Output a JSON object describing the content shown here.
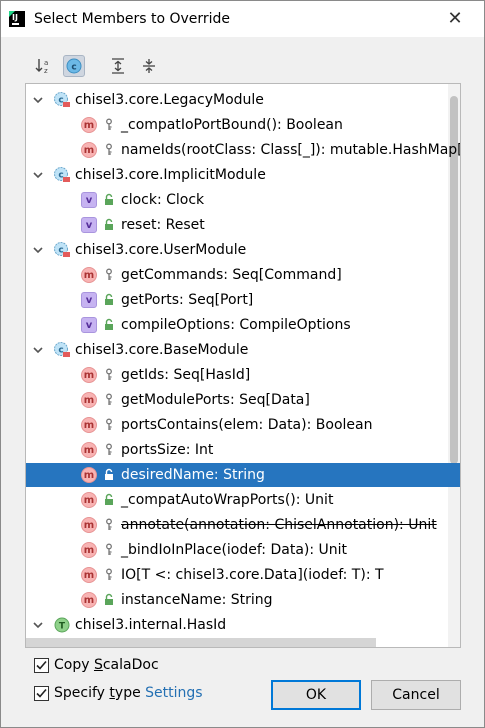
{
  "dialog": {
    "title": "Select Members to Override",
    "close_glyph": "✕"
  },
  "toolbar": {
    "buttons": [
      {
        "name": "sort-alphabetically",
        "icon": "sort-alpha-icon",
        "active": false
      },
      {
        "name": "show-classes",
        "icon": "class-c-icon",
        "active": true
      },
      {
        "name": "expand-all",
        "icon": "expand-all-icon",
        "active": false
      },
      {
        "name": "collapse-all",
        "icon": "collapse-all-icon",
        "active": false
      }
    ]
  },
  "tree": {
    "rows": [
      {
        "kind": "class",
        "label": "chisel3.core.LegacyModule",
        "icon": "class-abstract-icon"
      },
      {
        "kind": "member",
        "type": "m",
        "vis": "key",
        "label": "_compatIoPortBound(): Boolean"
      },
      {
        "kind": "member",
        "type": "m",
        "vis": "key",
        "label": "nameIds(rootClass: Class[_]): mutable.HashMap[Has"
      },
      {
        "kind": "class",
        "label": "chisel3.core.ImplicitModule",
        "icon": "class-abstract-icon"
      },
      {
        "kind": "member",
        "type": "v",
        "vis": "lock",
        "label": "clock: Clock"
      },
      {
        "kind": "member",
        "type": "v",
        "vis": "lock",
        "label": "reset: Reset"
      },
      {
        "kind": "class",
        "label": "chisel3.core.UserModule",
        "icon": "class-abstract-icon"
      },
      {
        "kind": "member",
        "type": "m",
        "vis": "key",
        "label": "getCommands: Seq[Command]"
      },
      {
        "kind": "member",
        "type": "v",
        "vis": "lock",
        "label": "getPorts: Seq[Port]"
      },
      {
        "kind": "member",
        "type": "v",
        "vis": "lock",
        "label": "compileOptions: CompileOptions"
      },
      {
        "kind": "class",
        "label": "chisel3.core.BaseModule",
        "icon": "class-abstract-icon"
      },
      {
        "kind": "member",
        "type": "m",
        "vis": "key",
        "label": "getIds: Seq[HasId]"
      },
      {
        "kind": "member",
        "type": "m",
        "vis": "key",
        "label": "getModulePorts: Seq[Data]"
      },
      {
        "kind": "member",
        "type": "m",
        "vis": "key",
        "label": "portsContains(elem: Data): Boolean"
      },
      {
        "kind": "member",
        "type": "m",
        "vis": "key",
        "label": "portsSize: Int"
      },
      {
        "kind": "member",
        "type": "m",
        "vis": "lock",
        "label": "desiredName: String",
        "selected": true
      },
      {
        "kind": "member",
        "type": "m",
        "vis": "lock",
        "label": "_compatAutoWrapPorts(): Unit"
      },
      {
        "kind": "member",
        "type": "m",
        "vis": "key",
        "label": "annotate(annotation: ChiselAnnotation): Unit",
        "strike": true
      },
      {
        "kind": "member",
        "type": "m",
        "vis": "key",
        "label": "_bindIoInPlace(iodef: Data): Unit"
      },
      {
        "kind": "member",
        "type": "m",
        "vis": "key",
        "label": "IO[T <: chisel3.core.Data](iodef: T): T"
      },
      {
        "kind": "member",
        "type": "m",
        "vis": "lock",
        "label": "instanceName: String"
      },
      {
        "kind": "class",
        "label": "chisel3.internal.HasId",
        "icon": "trait-icon"
      }
    ]
  },
  "options": {
    "copy_scaladoc": {
      "checked": true,
      "label_pre": "Copy ",
      "label_ul": "S",
      "label_post": "calaDoc"
    },
    "specify_type": {
      "checked": true,
      "label_pre": "Specify ",
      "label_ul": "t",
      "label_post": "ype",
      "link": "Settings"
    }
  },
  "buttons": {
    "ok": "OK",
    "cancel": "Cancel"
  },
  "colors": {
    "selection": "#2675bf",
    "method_icon": "#f8b3b3",
    "val_icon": "#c6b3f1",
    "link": "#2470b3",
    "lock_green": "#5aa55a"
  }
}
